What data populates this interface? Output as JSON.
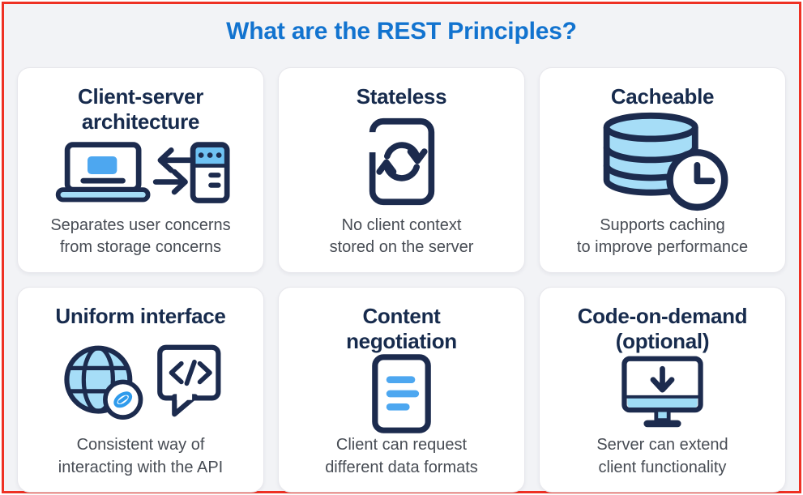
{
  "header": {
    "title": "What are the REST Principles?"
  },
  "theme": {
    "page_background": "#f2f3f6",
    "frame_border_color": "#ee3124",
    "title_color": "#1273cf",
    "heading_color": "#172b4d",
    "body_text_color": "#474c54",
    "icon_navy": "#1c2b4e",
    "icon_blue": "#4da7f0",
    "icon_light_blue": "#a6ddf7",
    "card_background": "#ffffff"
  },
  "cards": [
    {
      "title": "Client-server\narchitecture",
      "description": "Separates user concerns\nfrom storage concerns",
      "icon": "laptop-sync-server-icon"
    },
    {
      "title": "Stateless",
      "description": "No client context\nstored on the server",
      "icon": "document-refresh-icon"
    },
    {
      "title": "Cacheable",
      "description": "Supports caching\nto improve performance",
      "icon": "database-clock-icon"
    },
    {
      "title": "Uniform interface",
      "description": "Consistent way of\ninteracting with the API",
      "icon": "globe-link-code-bubble-icon"
    },
    {
      "title": "Content\nnegotiation",
      "description": "Client can request\ndifferent data formats",
      "icon": "document-lines-icon"
    },
    {
      "title": "Code-on-demand\n(optional)",
      "description": "Server can extend\nclient functionality",
      "icon": "monitor-download-icon"
    }
  ]
}
